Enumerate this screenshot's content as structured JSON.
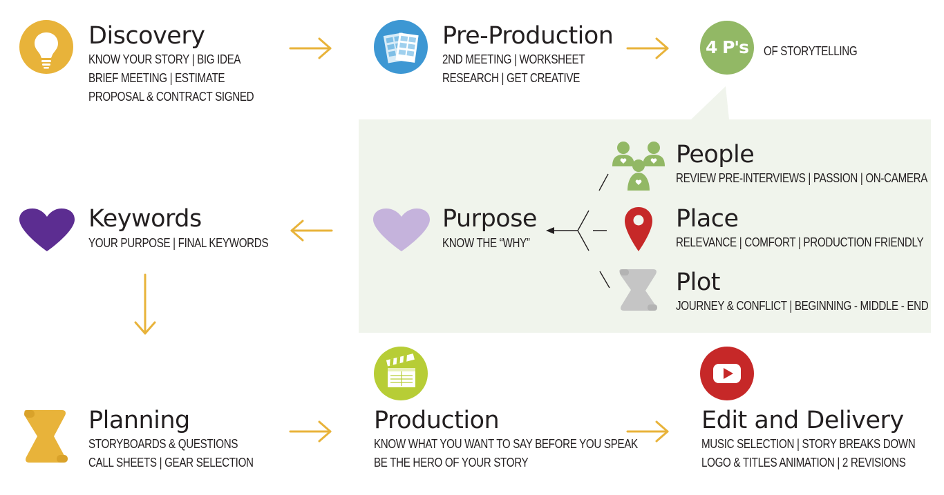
{
  "colors": {
    "gold": "#e8b33a",
    "blue": "#3d97d3",
    "green": "#92b865",
    "purple": "#5c2d91",
    "lavender": "#c5b3dc",
    "red": "#c62828",
    "gray": "#c5c5c5",
    "lime": "#b7cd36",
    "panel": "#f0f4ec"
  },
  "discovery": {
    "icon": "lightbulb-icon",
    "title": "Discovery",
    "lines": [
      "KNOW YOUR STORY | BIG IDEA",
      "BRIEF MEETING | ESTIMATE",
      "PROPOSAL & CONTRACT SIGNED"
    ]
  },
  "preproduction": {
    "icon": "storyboard-icon",
    "title": "Pre-Production",
    "lines": [
      "2ND MEETING | WORKSHEET",
      "RESEARCH | GET CREATIVE"
    ]
  },
  "four_ps": {
    "badge": "4 P's",
    "label": "OF STORYTELLING"
  },
  "people": {
    "icon": "people-icon",
    "title": "People",
    "lines": [
      "REVIEW PRE-INTERVIEWS | PASSION | ON-CAMERA"
    ]
  },
  "place": {
    "icon": "map-pin-icon",
    "title": "Place",
    "lines": [
      "RELEVANCE | COMFORT | PRODUCTION FRIENDLY"
    ]
  },
  "plot": {
    "icon": "scroll-icon",
    "title": "Plot",
    "lines": [
      "JOURNEY & CONFLICT | BEGINNING - MIDDLE - END"
    ]
  },
  "purpose": {
    "icon": "heart-icon",
    "title": "Purpose",
    "lines": [
      "KNOW THE “WHY”"
    ]
  },
  "keywords": {
    "icon": "heart-icon",
    "title": "Keywords",
    "lines": [
      "YOUR PURPOSE | FINAL KEYWORDS"
    ]
  },
  "planning": {
    "icon": "scroll-icon",
    "title": "Planning",
    "lines": [
      "STORYBOARDS & QUESTIONS",
      "CALL SHEETS | GEAR SELECTION"
    ]
  },
  "production": {
    "icon": "clapperboard-icon",
    "title": "Production",
    "lines": [
      "KNOW WHAT YOU WANT TO SAY BEFORE YOU SPEAK",
      "BE THE HERO OF YOUR STORY"
    ]
  },
  "edit_delivery": {
    "icon": "play-button-icon",
    "title": "Edit and Delivery",
    "lines": [
      "MUSIC SELECTION | STORY BREAKS DOWN",
      "LOGO & TITLES ANIMATION | 2 REVISIONS"
    ]
  }
}
